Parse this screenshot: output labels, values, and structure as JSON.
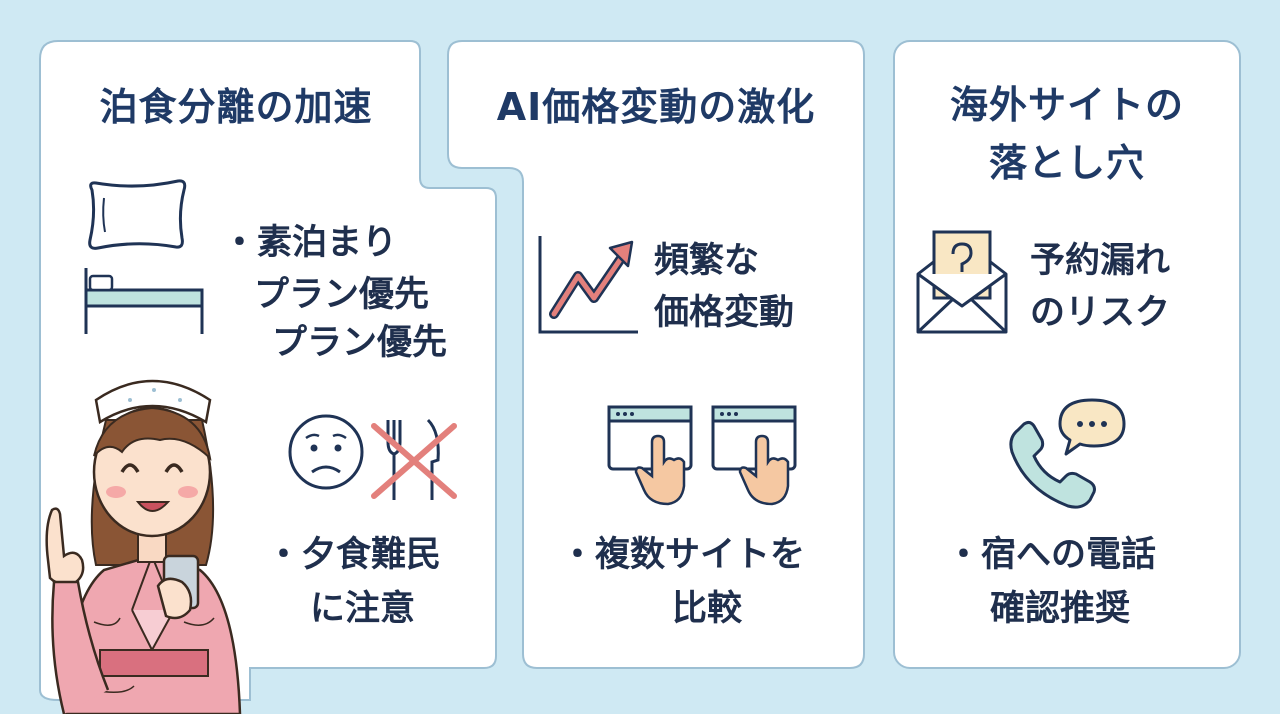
{
  "panels": [
    {
      "title": "泊食分離の加速",
      "point1": [
        "・素泊まり",
        "プラン優先",
        "プラン優先"
      ],
      "point2": [
        "・夕食難民",
        "に注意"
      ]
    },
    {
      "title": "AI価格変動の激化",
      "point1": [
        "頻繁な",
        "価格変動"
      ],
      "point2": [
        "・複数サイトを",
        "比較"
      ]
    },
    {
      "title": [
        "海外サイトの",
        "落とし穴"
      ],
      "point1": [
        "予約漏れ",
        "のリスク"
      ],
      "point2": [
        "・宿への電話",
        "確認推奨"
      ]
    }
  ],
  "icons": [
    "pillow-icon",
    "bed-icon",
    "worried-face-icon",
    "fork-knife-crossed-icon",
    "rising-chart-icon",
    "browser-click-icon",
    "envelope-question-icon",
    "phone-icon",
    "speech-bubble-icon",
    "woman-in-yukata-illustration"
  ],
  "colors": {
    "background": "#cfe9f3",
    "panel": "#ffffff",
    "panel_border": "#9dbfd3",
    "title": "#1f3a66",
    "accent_red": "#e3807c",
    "accent_teal": "#bfe3df"
  }
}
